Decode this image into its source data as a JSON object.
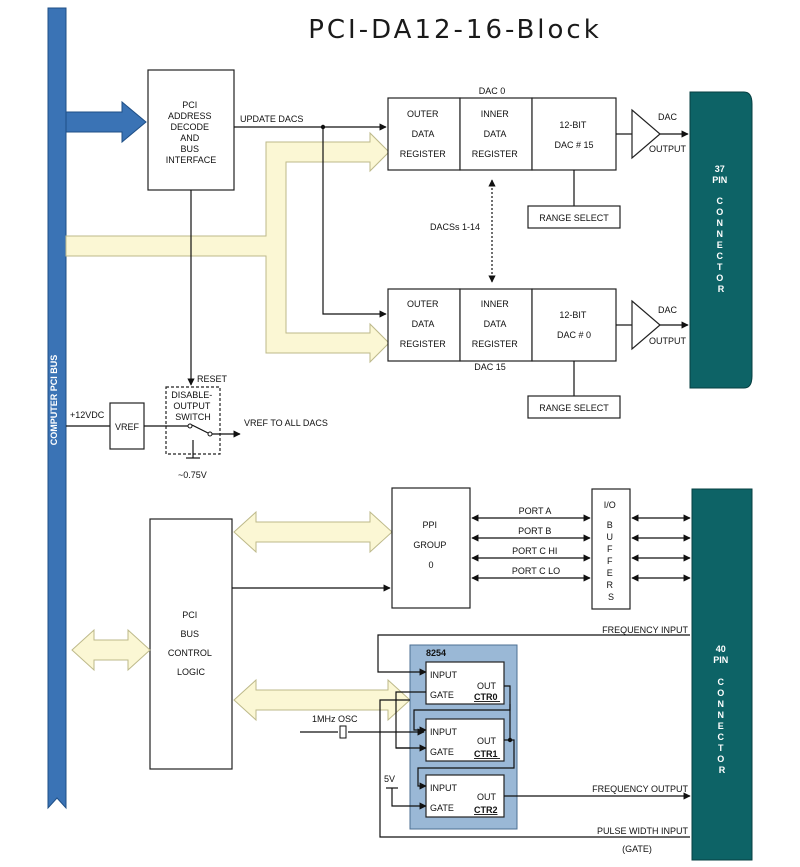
{
  "title": "PCI-DA12-16-Block",
  "colors": {
    "bus": "#3a73b5",
    "connector": "#0d6366",
    "buspath": "#fbf7d4",
    "buspath_stroke": "#bdb98a",
    "ctr_group": "#9ab8d6"
  },
  "pci_bus": {
    "label": "COMPUTER PCI BUS"
  },
  "pci_decode": {
    "lines": [
      "PCI",
      "ADDRESS",
      "DECODE",
      "AND",
      "BUS",
      "INTERFACE"
    ]
  },
  "update_dacs": "UPDATE DACS",
  "dac_top": {
    "caption": "DAC 0",
    "outer": [
      "OUTER",
      "DATA",
      "REGISTER"
    ],
    "inner": [
      "INNER",
      "DATA",
      "REGISTER"
    ],
    "converter": [
      "12-BIT",
      "DAC # 15"
    ],
    "range": "RANGE SELECT",
    "amp_label": "DAC",
    "output_label": "OUTPUT"
  },
  "dacs_mid": "DACSs 1-14",
  "dac_bottom": {
    "caption": "DAC 15",
    "outer": [
      "OUTER",
      "DATA",
      "REGISTER"
    ],
    "inner": [
      "INNER",
      "DATA",
      "REGISTER"
    ],
    "converter": [
      "12-BIT",
      "DAC # 0"
    ],
    "range": "RANGE SELECT",
    "amp_label": "DAC",
    "output_label": "OUTPUT"
  },
  "connector_top": {
    "head": [
      "37",
      "PIN"
    ],
    "letters": [
      "C",
      "O",
      "N",
      "N",
      "E",
      "C",
      "T",
      "O",
      "R"
    ]
  },
  "connector_bottom": {
    "head": [
      "40",
      "PIN"
    ],
    "letters": [
      "C",
      "O",
      "N",
      "N",
      "E",
      "C",
      "T",
      "O",
      "R"
    ]
  },
  "vref": {
    "supply": "+12VDC",
    "block": "VREF",
    "reset": "RESET",
    "switch": [
      "DISABLE-",
      "OUTPUT",
      "SWITCH"
    ],
    "out": "VREF TO ALL DACS",
    "level": "~0.75V"
  },
  "bus_control": [
    "PCI",
    "BUS",
    "CONTROL",
    "LOGIC"
  ],
  "ppi": [
    "PPI",
    "GROUP",
    "0"
  ],
  "ports": [
    "PORT A",
    "PORT B",
    "PORT C HI",
    "PORT C LO"
  ],
  "io_buffers": {
    "top": "I/O",
    "letters": [
      "B",
      "U",
      "F",
      "F",
      "E",
      "R",
      "S"
    ]
  },
  "counter": {
    "chip": "8254",
    "in": "INPUT",
    "gate": "GATE",
    "out": "OUT",
    "ctrs": [
      "CTR0",
      "CTR1",
      "CTR2"
    ],
    "osc": "1MHz OSC",
    "supply": "5V"
  },
  "signals": {
    "freq_in": "FREQUENCY INPUT",
    "freq_out": "FREQUENCY OUTPUT",
    "pwm": "PULSE WIDTH INPUT",
    "gate": "(GATE)"
  }
}
